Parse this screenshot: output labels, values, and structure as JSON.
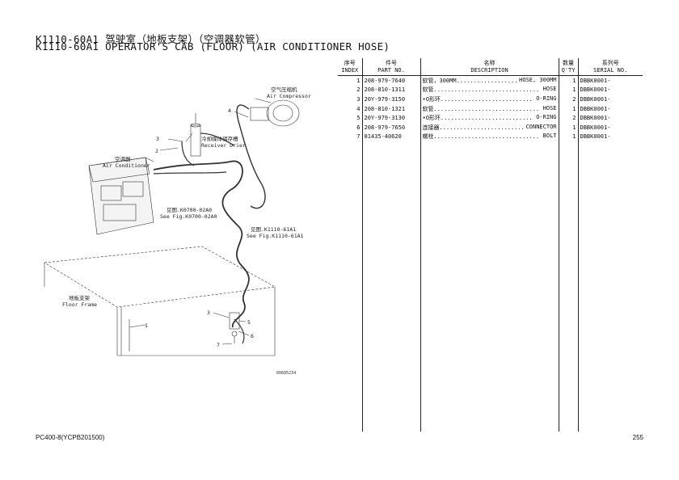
{
  "title": {
    "line1": "K1110-60A1 驾驶室（地板支架）（空调器软管）",
    "line2": "K1110-60A1 OPERATOR'S CAB (FLOOR) (AIR CONDITIONER HOSE)"
  },
  "diagram": {
    "labels": {
      "compressor_cn": "空气压缩机",
      "compressor_en": "Air Compressor",
      "drier_cn": "冷却媒体储存槽",
      "drier_en": "Receiver Drier",
      "aircon_cn": "空调器",
      "aircon_en": "Air Conditioner",
      "ref1_cn": "见图.K0700-02A0",
      "ref1_en": "See Fig.K0700-02A0",
      "ref2_cn": "见图.K1110-61A1",
      "ref2_en": "See Fig.K1110-61A1",
      "floor_cn": "地板支架",
      "floor_en": "Floor Frame"
    },
    "callouts": [
      "4",
      "3",
      "2",
      "1",
      "3",
      "5",
      "6",
      "7"
    ],
    "figure_id": "00685234"
  },
  "table": {
    "headers": {
      "index_cn": "序号",
      "index_en": "INDEX",
      "part_cn": "件号",
      "part_en": "PART NO.",
      "desc_cn": "名称",
      "desc_en": "DESCRIPTION",
      "qty_cn": "数量",
      "qty_en": "Q'TY",
      "serial_cn": "系列号",
      "serial_en": "SERIAL NO."
    },
    "rows": [
      {
        "index": "1",
        "part_no": "208-979-7640",
        "desc_left": "软管，300MM..................",
        "desc_right": "HOSE, 300MM",
        "qty": "1",
        "serial": "DBBK0001-"
      },
      {
        "index": "2",
        "part_no": "208-810-1311",
        "desc_left": "软管...............................",
        "desc_right": "HOSE",
        "qty": "1",
        "serial": "DBBK0001-"
      },
      {
        "index": "3",
        "part_no": "20Y-979-3150",
        "desc_left": "•O形环...........................",
        "desc_right": "O-RING",
        "qty": "2",
        "serial": "DBBK0001-"
      },
      {
        "index": "4",
        "part_no": "208-810-1321",
        "desc_left": "软管...............................",
        "desc_right": "HOSE",
        "qty": "1",
        "serial": "DBBK0001-"
      },
      {
        "index": "5",
        "part_no": "20Y-979-3130",
        "desc_left": "•O形环...........................",
        "desc_right": "O-RING",
        "qty": "2",
        "serial": "DBBK0001-"
      },
      {
        "index": "6",
        "part_no": "208-979-7650",
        "desc_left": "连接器.........................",
        "desc_right": "CONNECTOR",
        "qty": "1",
        "serial": "DBBK0001-"
      },
      {
        "index": "7",
        "part_no": "01435-40620",
        "desc_left": "螺栓...............................",
        "desc_right": "BOLT",
        "qty": "1",
        "serial": "DBBK0001-"
      }
    ]
  },
  "footer": {
    "model": "PC400-8(YCPB201500)",
    "page": "255"
  }
}
